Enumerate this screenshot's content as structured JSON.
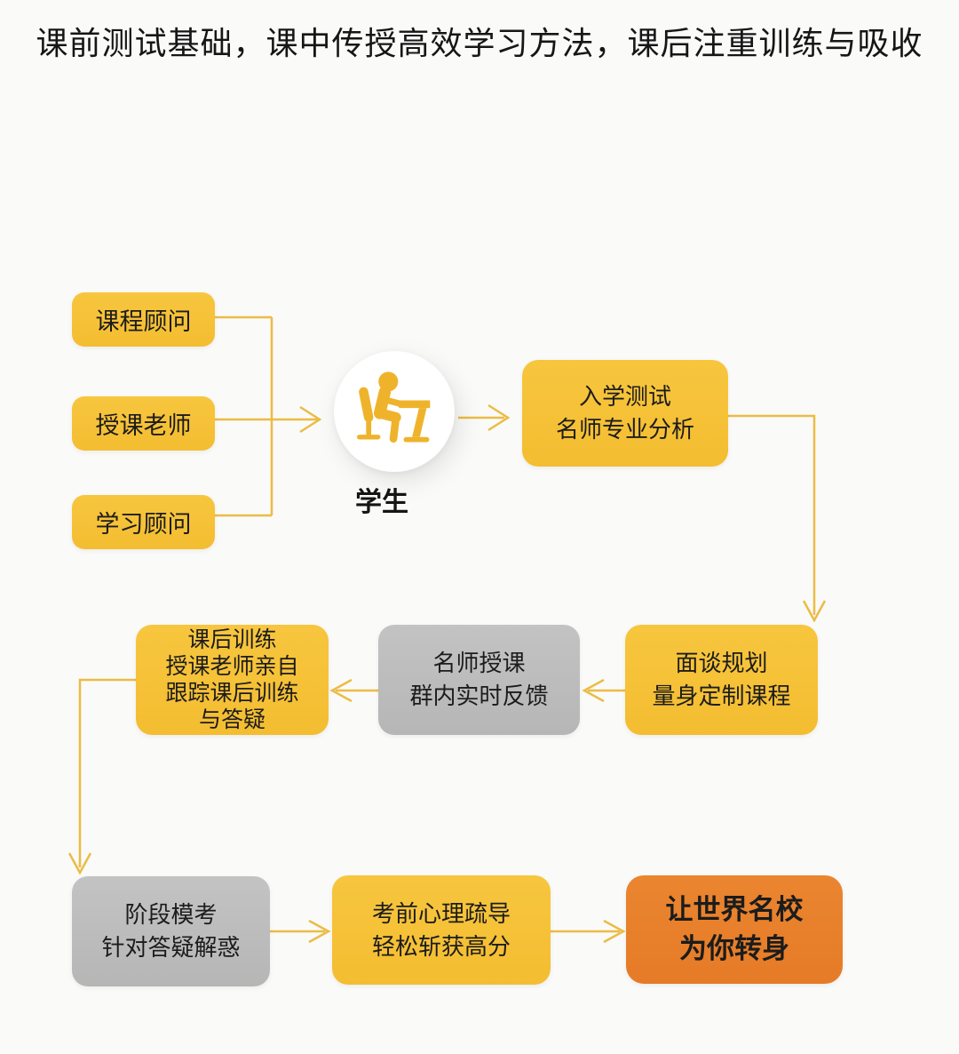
{
  "title": "课前测试基础，课中传授高效学习方法，课后注重训练与吸收",
  "colors": {
    "background": "#fafaf9",
    "yellow": "#f6c237",
    "gray": "#bdbdbd",
    "orange": "#e8802b",
    "connector": "#ebbc45",
    "text": "#1c1c1c",
    "icon": "#efb32b"
  },
  "roles": [
    {
      "label": "课程顾问"
    },
    {
      "label": "授课老师"
    },
    {
      "label": "学习顾问"
    }
  ],
  "student": {
    "label": "学生",
    "icon": "student-at-desk-icon"
  },
  "steps": [
    {
      "id": "entrance-test",
      "color": "yellow",
      "lines": [
        "入学测试",
        "名师专业分析"
      ]
    },
    {
      "id": "interview-planning",
      "color": "yellow",
      "lines": [
        "面谈规划",
        "量身定制课程"
      ]
    },
    {
      "id": "expert-teaching",
      "color": "gray",
      "lines": [
        "名师授课",
        "群内实时反馈"
      ]
    },
    {
      "id": "after-class-training",
      "color": "yellow",
      "lines": [
        "课后训练",
        "授课老师亲自",
        "跟踪课后训练",
        "与答疑"
      ]
    },
    {
      "id": "stage-mock-exam",
      "color": "gray",
      "lines": [
        "阶段模考",
        "针对答疑解惑"
      ]
    },
    {
      "id": "pre-exam-counseling",
      "color": "yellow",
      "lines": [
        "考前心理疏导",
        "轻松斩获高分"
      ]
    },
    {
      "id": "final-goal",
      "color": "orange",
      "lines": [
        "让世界名校",
        "为你转身"
      ]
    }
  ]
}
